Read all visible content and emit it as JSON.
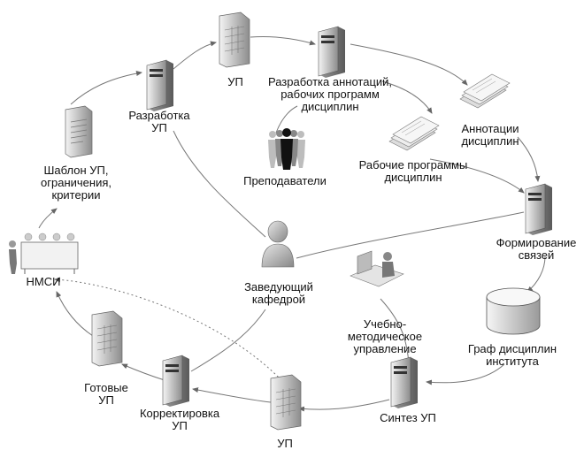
{
  "nodes": {
    "razrabotka_up": "Разработка\nУП",
    "up_top": "УП",
    "razrabotka_annot": "Разработка аннотаций,\nрабочих программ\nдисциплин",
    "annotacii": "Аннотации\nдисциплин",
    "rabochie": "Рабочие программы\nдисциплин",
    "prepodavateli": "Преподаватели",
    "shablon": "Шаблон УП,\nограничения,\nкритерии",
    "formirovanie": "Формирование\nсвязей",
    "nmsi": "НМСИ",
    "zaveduyushchiy": "Заведующий\nкафедрой",
    "umu": "Учебно-\nметодическое\nуправление",
    "graf": "Граф дисциплин\nинститута",
    "gotovye": "Готовые\nУП",
    "korrektirovka": "Корректировка\nУП",
    "sintez": "Синтез УП",
    "up_bottom": "УП"
  }
}
